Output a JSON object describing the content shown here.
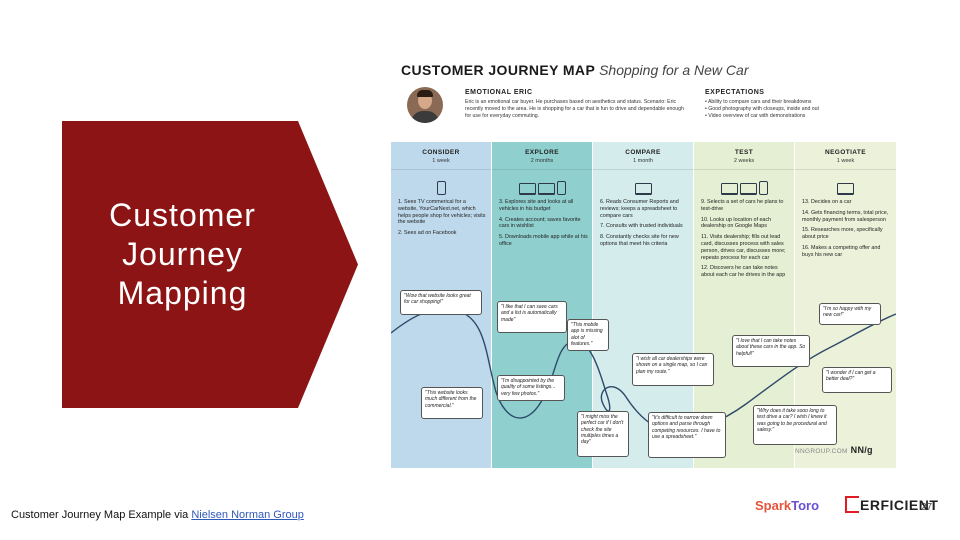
{
  "slide": {
    "title": "Customer\nJourney\nMapping",
    "accent_color": "#8c1414",
    "caption_prefix": "Customer Journey Map Example via ",
    "caption_link": "Nielsen Norman Group",
    "page_number": "27",
    "logo_sparktoro_a": "Spark",
    "logo_sparktoro_b": "Toro",
    "logo_perficient": "ERFICIENT"
  },
  "map": {
    "title_bold": "CUSTOMER JOURNEY MAP",
    "title_italic": "Shopping for a New Car",
    "persona_name": "EMOTIONAL ERIC",
    "persona_desc": "Eric is an emotional car buyer. He purchases based on aesthetics and status. Scenario: Eric recently moved to the area. He is shopping for a car that is fun to drive and dependable enough for use for everyday commuting.",
    "expectations_title": "EXPECTATIONS",
    "expectations": [
      "• Ability to compare cars and their breakdowns",
      "• Good photography with closeups, inside and out",
      "• Video overview of car with demonstrations"
    ],
    "brand": "NNGROUP.COM",
    "brand_mark": "NN/g",
    "stages": [
      {
        "name": "CONSIDER",
        "duration": "1 week",
        "color": "#bfd9ec",
        "devices": [
          "phone"
        ],
        "steps": [
          "1. Sees TV commerical for a website, YourCarNext.net, which helps people shop for vehicles; visits the website",
          "2. Sees ad on Facebook"
        ]
      },
      {
        "name": "EXPLORE",
        "duration": "2 months",
        "color": "#8fd0cf",
        "devices": [
          "laptop",
          "laptop",
          "phone"
        ],
        "steps": [
          "3. Explores site and looks at all vehicles in his budget",
          "4. Creates account; saves favorite cars in wishlist",
          "5. Downloads mobile app while at his office"
        ]
      },
      {
        "name": "COMPARE",
        "duration": "1 month",
        "color": "#d4ecec",
        "devices": [
          "laptop"
        ],
        "steps": [
          "6. Reads Consumer Reports and reviews; keeps a spreadsheet to compare cars",
          "7. Consults with trusted individuals",
          "8. Constantly checks site for new options that meet his criteria"
        ]
      },
      {
        "name": "TEST",
        "duration": "2 weeks",
        "color": "#e5efd3",
        "devices": [
          "laptop",
          "laptop",
          "phone"
        ],
        "steps": [
          "9. Selects a set of cars he plans to test-drive",
          "10. Looks up location of each dealership on Google Maps",
          "11. Visits dealership; fills out lead card, discusses process with sales person, drives car, discusses more; repeats process for each car",
          "12. Discovers he can take notes about each car he drives in the app"
        ]
      },
      {
        "name": "NEGOTIATE",
        "duration": "1 week",
        "color": "#ecf1d9",
        "devices": [
          "laptop"
        ],
        "steps": [
          "13. Decides on a car",
          "14. Gets financing terms, total price, monthly payment from salesperson",
          "15. Researches more, specifically about price",
          "16. Makes a competing offer and buys his new car"
        ]
      }
    ],
    "thoughts": [
      "\"Wow that website looks great for car shopping!\"",
      "\"This website looks much different from the commercial.\"",
      "\"I like that I can save cars and a list is automatically made\"",
      "\"I'm disappointed by the quality of some listings... very few photos.\"",
      "\"This mobile app is missing alot of features.\"",
      "\"I might miss the perfect car if I don't check the site multiples times a day\"",
      "\"I wish all car dealerships were shown on a single map, so I can plan my route.\"",
      "\"It's difficult to narrow down options and parse through competing resources. I have to use a spreadsheet.\"",
      "\"I love that I can take notes about these cars in the app. So helpful!\"",
      "\"Why does it take sooo long to test drive a car? I wish I knew it was going to be procedural and salesy.\"",
      "\"I'm so happy with my new car!\"",
      "\"I wonder if I can get a better deal?\""
    ]
  }
}
